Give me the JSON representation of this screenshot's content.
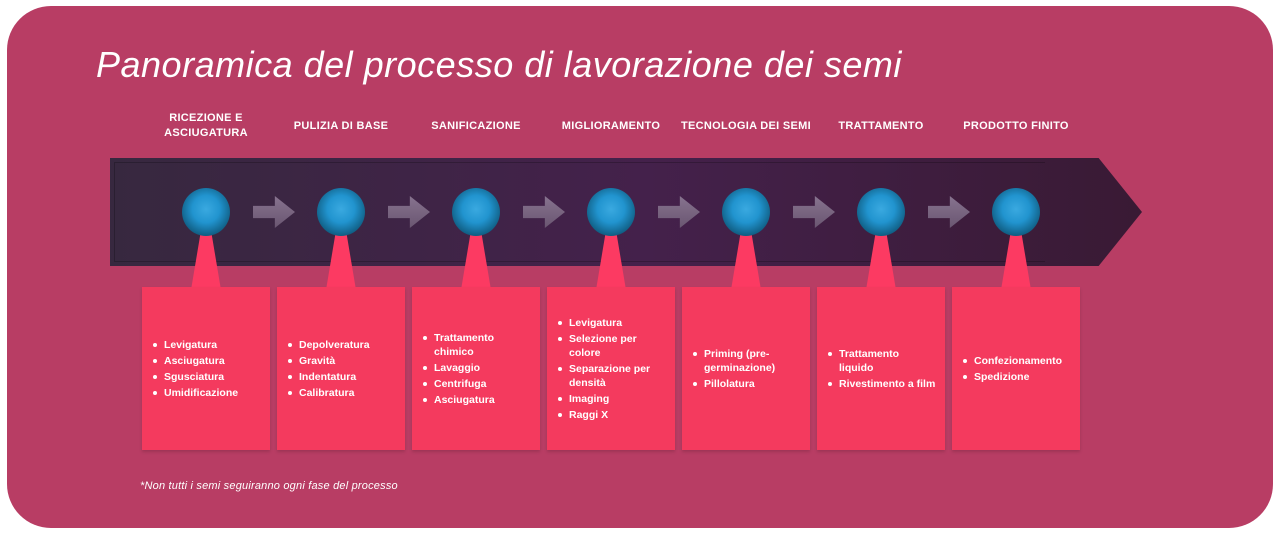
{
  "title": "Panoramica del processo di lavorazione dei semi",
  "footnote": "*Non tutti i semi seguiranno ogni fase del processo",
  "colors": {
    "panel": "#b83d64",
    "card": "#f43a5e",
    "pointer": "#fc3a62",
    "band_start": "#37283f",
    "band_mid": "#44214b",
    "band_end": "#391a34",
    "node_blue": "#2194cf",
    "arrow_gray": "#77627f",
    "text": "#ffffff"
  },
  "stages": [
    {
      "label": "RICEZIONE E ASCIUGATURA",
      "items": [
        "Levigatura",
        "Asciugatura",
        "Sgusciatura",
        "Umidificazione"
      ]
    },
    {
      "label": "PULIZIA DI BASE",
      "items": [
        "Depolveratura",
        "Gravità",
        "Indentatura",
        "Calibratura"
      ]
    },
    {
      "label": "SANIFICAZIONE",
      "items": [
        "Trattamento chimico",
        "Lavaggio",
        "Centrifuga",
        "Asciugatura"
      ]
    },
    {
      "label": "MIGLIORAMENTO",
      "items": [
        "Levigatura",
        "Selezione per colore",
        "Separazione per densità",
        "Imaging",
        "Raggi X"
      ]
    },
    {
      "label": "TECNOLOGIA DEI SEMI",
      "items": [
        "Priming (pre-germinazione)",
        "Pillolatura"
      ]
    },
    {
      "label": "TRATTAMENTO",
      "items": [
        "Trattamento liquido",
        "Rivestimento a film"
      ]
    },
    {
      "label": "PRODOTTO FINITO",
      "items": [
        "Confezionamento",
        "Spedizione"
      ]
    }
  ]
}
